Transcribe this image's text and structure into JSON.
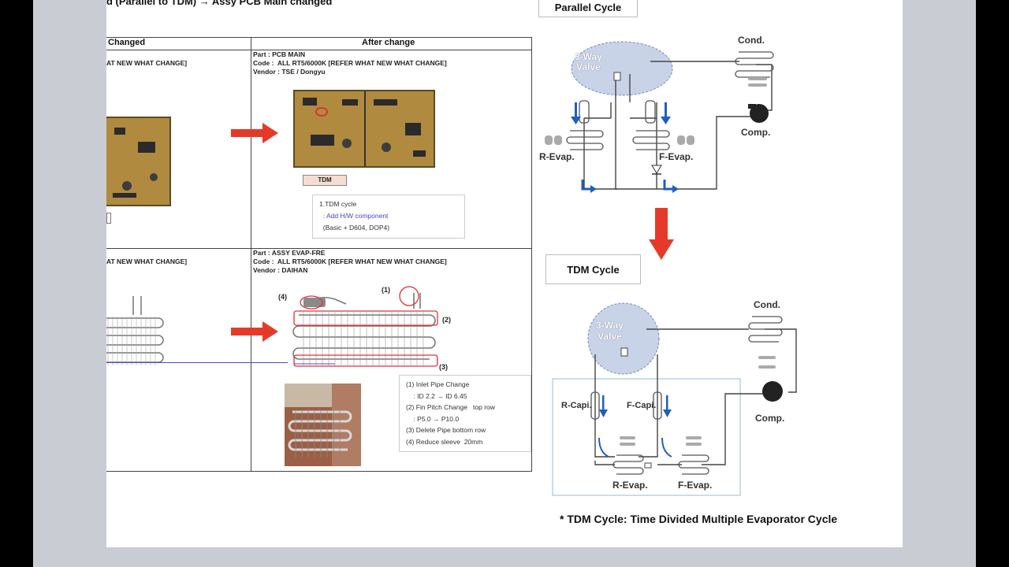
{
  "heading": "d (Parallel to TDM) → Assy PCB Main changed",
  "table": {
    "col_before": "Changed",
    "col_after": "After change",
    "row1": {
      "before_info": "AT NEW WHAT CHANGE]",
      "after_info": "Part : PCB MAIN\nCode :  ALL RT5/6000K [REFER WHAT NEW WHAT CHANGE]\nVendor : TSE / Dongyu",
      "tag": "TDM",
      "note_title": "1.TDM cycle",
      "note_blue": ": Add H/W component",
      "note_detail": "(Basic + D604, DOP4)"
    },
    "row2": {
      "before_info": "AT NEW WHAT CHANGE]",
      "after_info": "Part : ASSY EVAP-FRE\nCode :  ALL RT5/6000K [REFER WHAT NEW WHAT CHANGE]\nVendor : DAIHAN",
      "labels": [
        "(1)",
        "(2)",
        "(3)",
        "(4)"
      ],
      "notes": [
        "(1) Inlet Pipe Change",
        "    : ID 2.2 → ID 6.45",
        "(2) Fin Pitch Change   top row",
        "    : P5.0 → P10.0",
        "(3) Delete Pipe bottom row",
        "(4) Reduce sleeve  20mm"
      ]
    }
  },
  "parallel": {
    "title": "Parallel Cycle",
    "valve": [
      "3-Way",
      "Valve"
    ],
    "cond": "Cond.",
    "comp": "Comp.",
    "r_evap": "R-Evap.",
    "f_evap": "F-Evap."
  },
  "tdm": {
    "title": "TDM Cycle",
    "valve": [
      "3-Way",
      "Valve"
    ],
    "cond": "Cond.",
    "comp": "Comp.",
    "r_capi": "R-Capi.",
    "f_capi": "F-Capi.",
    "r_evap": "R-Evap.",
    "f_evap": "F-Evap."
  },
  "footnote": "* TDM Cycle: Time Divided Multiple Evaporator Cycle",
  "colors": {
    "arrow": "#e53a2a",
    "valve": "#c8d3e8",
    "blue_arrow": "#1e5fbd"
  }
}
